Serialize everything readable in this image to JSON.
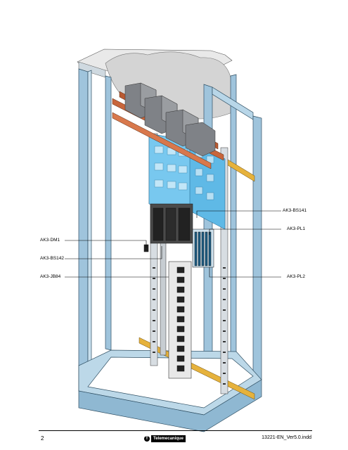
{
  "labels": {
    "dm1": "AK3-DM1",
    "bs142": "AK3-BS142",
    "jb84": "AK3-JB84",
    "bs141": "AK3-BS141",
    "pl1": "AK3-PL1",
    "pl2": "AK3-PL2"
  },
  "footer": {
    "page_number": "2",
    "brand": "Telemecanique",
    "doc_ref": "13221-EN_Ver5.0.indd"
  },
  "colors": {
    "frame": "#9fc4dc",
    "copper": "#c8663c",
    "bracket": "#7f8287",
    "blue_modules": "#5fb9e6",
    "yellow_rail": "#e6b23c",
    "cloud": "#d4d4d4"
  }
}
